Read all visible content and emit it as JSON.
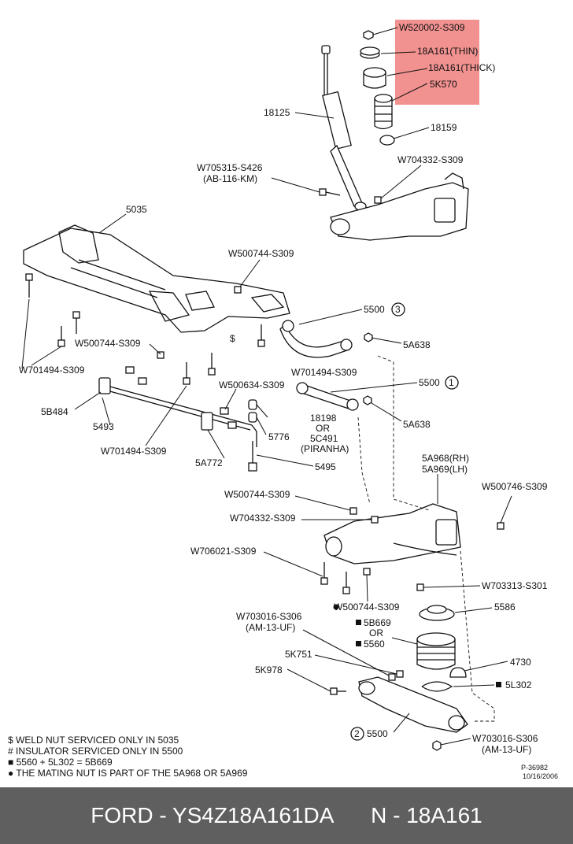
{
  "diagram": {
    "labels": {
      "w520002": "W520002-S309",
      "thin": "18A161(THIN)",
      "thick": "18A161(THICK)",
      "k570": "5K570",
      "shock": "18125",
      "b18159": "18159",
      "w705315a": "W705315-S426",
      "w705315b": "(AB-116-KM)",
      "w704332top": "W704332-S309",
      "crossmember": "5035",
      "w500744a": "W500744-S309",
      "arm3": "5500",
      "arm3num": "3",
      "a638a": "5A638",
      "w500744b": "W500744-S309",
      "w701494a": "W701494-S309",
      "w701494b": "W701494-S309",
      "arm1": "5500",
      "arm1num": "1",
      "a638b": "5A638",
      "w500634": "W500634-S309",
      "b5484": "5B484",
      "b5493": "5493",
      "c18198": "18198",
      "cor": "OR",
      "c5c491": "5C491",
      "piranha": "(PIRANHA)",
      "c5776": "5776",
      "w701494c": "W701494-S309",
      "a5a772": "5A772",
      "c5495": "5495",
      "rh": "5A968(RH)",
      "lh": "5A969(LH)",
      "w500744c": "W500744-S309",
      "w500746": "W500746-S309",
      "w704332mid": "W704332-S309",
      "w706021": "W706021-S309",
      "w703313": "W703313-S301",
      "w500744d": "W500744-S309",
      "c5586": "5586",
      "w703016a": "W703016-S306",
      "w703016a2": "(AM-13-UF)",
      "b5b669": "5B669",
      "bor": "OR",
      "b5560": "5560",
      "k751": "5K751",
      "c4730": "4730",
      "k978": "5K978",
      "l302": "5L302",
      "arm2": "5500",
      "arm2num": "2",
      "w703016b": "W703016-S306",
      "w703016b2": "(AM-13-UF)",
      "dollar": "$",
      "pnum": "P-36982",
      "date": "10/16/2006"
    },
    "notes": [
      "$  WELD NUT SERVICED ONLY IN 5035",
      "#  INSULATOR SERVICED ONLY IN 5500",
      "■ 5560 + 5L302 = 5B669",
      "● THE MATING NUT IS PART OF THE 5A968 OR 5A969"
    ],
    "highlight_color": "#e53935"
  },
  "footer": {
    "left": "FORD - YS4Z18A161DA",
    "right": "N - 18A161"
  }
}
